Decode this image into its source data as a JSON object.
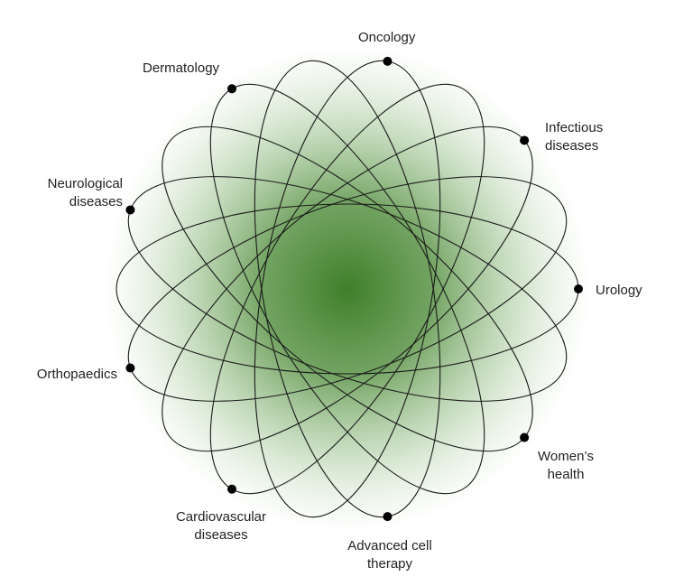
{
  "colors": {
    "glow": "#3f7f2a",
    "line": "#1a1a1a",
    "dot": "#000000"
  },
  "labels": {
    "oncology": "Oncology",
    "infectious_1": "Infectious",
    "infectious_2": "diseases",
    "urology": "Urology",
    "womens_1": "Women’s",
    "womens_2": "health",
    "advanced_1": "Advanced cell",
    "advanced_2": "therapy",
    "cardio_1": "Cardiovascular",
    "cardio_2": "diseases",
    "ortho": "Orthopaedics",
    "neuro_1": "Neurological",
    "neuro_2": "diseases",
    "derma": "Dermatology"
  }
}
